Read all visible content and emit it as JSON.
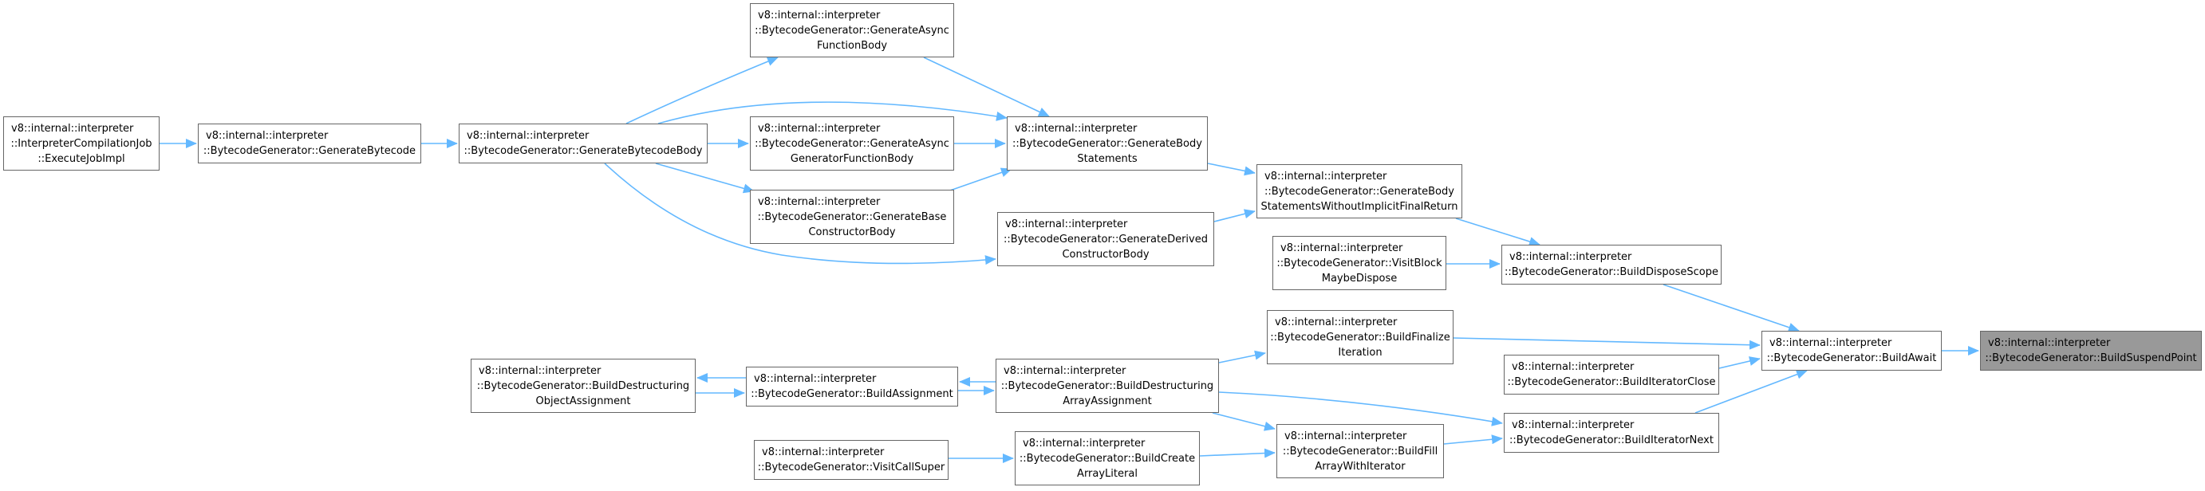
{
  "colors": {
    "edge": "#63b8ff",
    "node_border": "#666666",
    "node_fill": "#ffffff",
    "highlight_fill": "#999999"
  },
  "nodes": {
    "n_executejob": [
      "v8::internal::interpreter",
      "::InterpreterCompilationJob",
      "::ExecuteJobImpl"
    ],
    "n_genbytecode": [
      "v8::internal::interpreter",
      "::BytecodeGenerator::GenerateBytecode"
    ],
    "n_genbytecodebody": [
      "v8::internal::interpreter",
      "::BytecodeGenerator::GenerateBytecodeBody"
    ],
    "n_genasyncfunc": [
      "v8::internal::interpreter",
      "::BytecodeGenerator::GenerateAsync",
      "FunctionBody"
    ],
    "n_genasyncgen": [
      "v8::internal::interpreter",
      "::BytecodeGenerator::GenerateAsync",
      "GeneratorFunctionBody"
    ],
    "n_genbasector": [
      "v8::internal::interpreter",
      "::BytecodeGenerator::GenerateBase",
      "ConstructorBody"
    ],
    "n_genbodystmts": [
      "v8::internal::interpreter",
      "::BytecodeGenerator::GenerateBody",
      "Statements"
    ],
    "n_genderivedctor": [
      "v8::internal::interpreter",
      "::BytecodeGenerator::GenerateDerived",
      "ConstructorBody"
    ],
    "n_genbodynoret": [
      "v8::internal::interpreter",
      "::BytecodeGenerator::GenerateBody",
      "StatementsWithoutImplicitFinalReturn"
    ],
    "n_visitblock": [
      "v8::internal::interpreter",
      "::BytecodeGenerator::VisitBlock",
      "MaybeDispose"
    ],
    "n_builddispose": [
      "v8::internal::interpreter",
      "::BytecodeGenerator::BuildDisposeScope"
    ],
    "n_buildfinalize": [
      "v8::internal::interpreter",
      "::BytecodeGenerator::BuildFinalize",
      "Iteration"
    ],
    "n_builditerclose": [
      "v8::internal::interpreter",
      "::BytecodeGenerator::BuildIteratorClose"
    ],
    "n_buildawait": [
      "v8::internal::interpreter",
      "::BytecodeGenerator::BuildAwait"
    ],
    "n_buildsuspend": [
      "v8::internal::interpreter",
      "::BytecodeGenerator::BuildSuspendPoint"
    ],
    "n_builddestrobj": [
      "v8::internal::interpreter",
      "::BytecodeGenerator::BuildDestructuring",
      "ObjectAssignment"
    ],
    "n_buildassign": [
      "v8::internal::interpreter",
      "::BytecodeGenerator::BuildAssignment"
    ],
    "n_builddestrarr": [
      "v8::internal::interpreter",
      "::BytecodeGenerator::BuildDestructuring",
      "ArrayAssignment"
    ],
    "n_builditernext": [
      "v8::internal::interpreter",
      "::BytecodeGenerator::BuildIteratorNext"
    ],
    "n_buildfillarr": [
      "v8::internal::interpreter",
      "::BytecodeGenerator::BuildFill",
      "ArrayWithIterator"
    ],
    "n_buildcreatearr": [
      "v8::internal::interpreter",
      "::BytecodeGenerator::BuildCreate",
      "ArrayLiteral"
    ],
    "n_visitcallsuper": [
      "v8::internal::interpreter",
      "::BytecodeGenerator::VisitCallSuper"
    ]
  }
}
